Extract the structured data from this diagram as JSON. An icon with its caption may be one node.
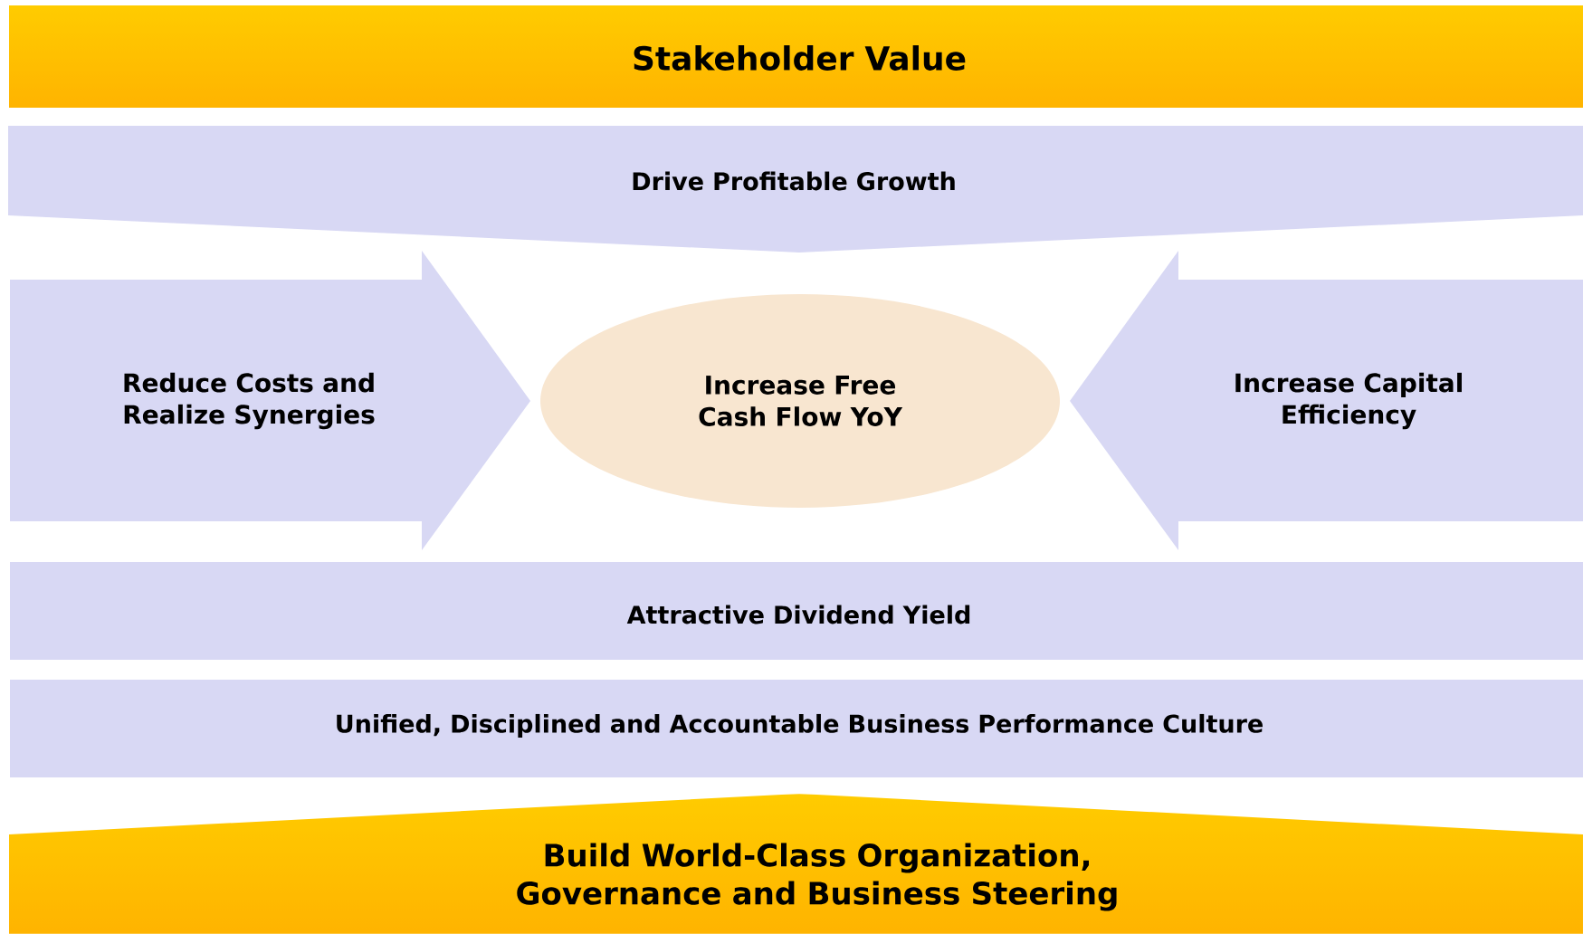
{
  "diagram": {
    "nodes": [
      {
        "text": [
          "Stakeholder Value"
        ]
      },
      {
        "text": [
          "Drive Profitable Growth"
        ]
      },
      {
        "text": [
          "Reduce Costs and Realize Synergies"
        ]
      },
      {
        "text": [
          "Increase Free Cash Flow YoY"
        ]
      },
      {
        "text": [
          "Increase Capital Efficiency"
        ]
      },
      {
        "text": [
          "Attractive Dividend Yield"
        ]
      },
      {
        "text": [
          "Unified, Disciplined and Accountable Business Performance Culture"
        ]
      },
      {
        "text": [
          "Build World-Class Organization, Governance and Business Steering"
        ]
      }
    ]
  }
}
